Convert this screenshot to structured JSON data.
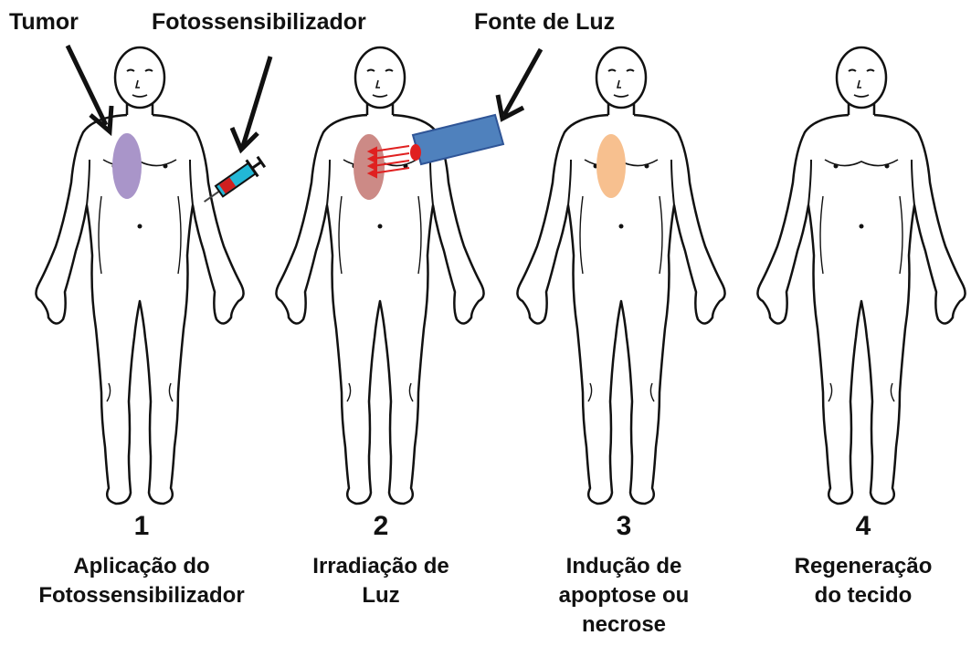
{
  "labels": {
    "tumor": "Tumor",
    "photosensitizer": "Fotossensibilizador",
    "light_source": "Fonte de Luz"
  },
  "steps": [
    {
      "number": "1",
      "caption_line1": "Aplicação do",
      "caption_line2": "Fotossensibilizador",
      "caption_line3": ""
    },
    {
      "number": "2",
      "caption_line1": "Irradiação de",
      "caption_line2": "Luz",
      "caption_line3": ""
    },
    {
      "number": "3",
      "caption_line1": "Indução de",
      "caption_line2": "apoptose ou",
      "caption_line3": "necrose"
    },
    {
      "number": "4",
      "caption_line1": "Regeneração",
      "caption_line2": "do tecido",
      "caption_line3": ""
    }
  ],
  "colors": {
    "tumor_step1": "#a995c9",
    "tumor_step2": "#cc8a86",
    "tumor_step3": "#f7c08f",
    "light_source": "#4f81bd",
    "light_rays": "#e02020",
    "syringe_barrel": "#22b7d6",
    "syringe_plunger": "#d01f1f",
    "outline": "#111111"
  },
  "icons": {
    "syringe": "syringe-icon",
    "light_source": "flashlight-icon"
  }
}
